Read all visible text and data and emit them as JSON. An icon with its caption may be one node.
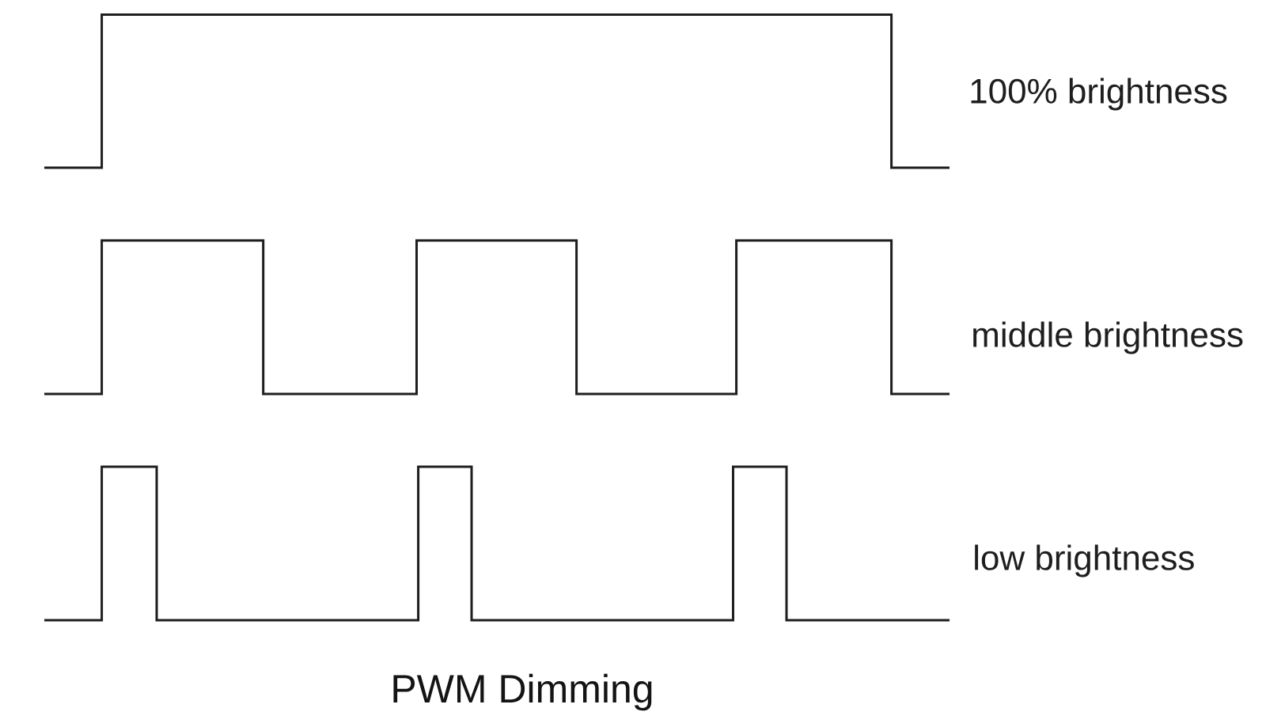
{
  "diagram": {
    "caption": "PWM Dimming",
    "labels": [
      "100% brightness",
      "middle brightness",
      "low brightness"
    ]
  }
}
